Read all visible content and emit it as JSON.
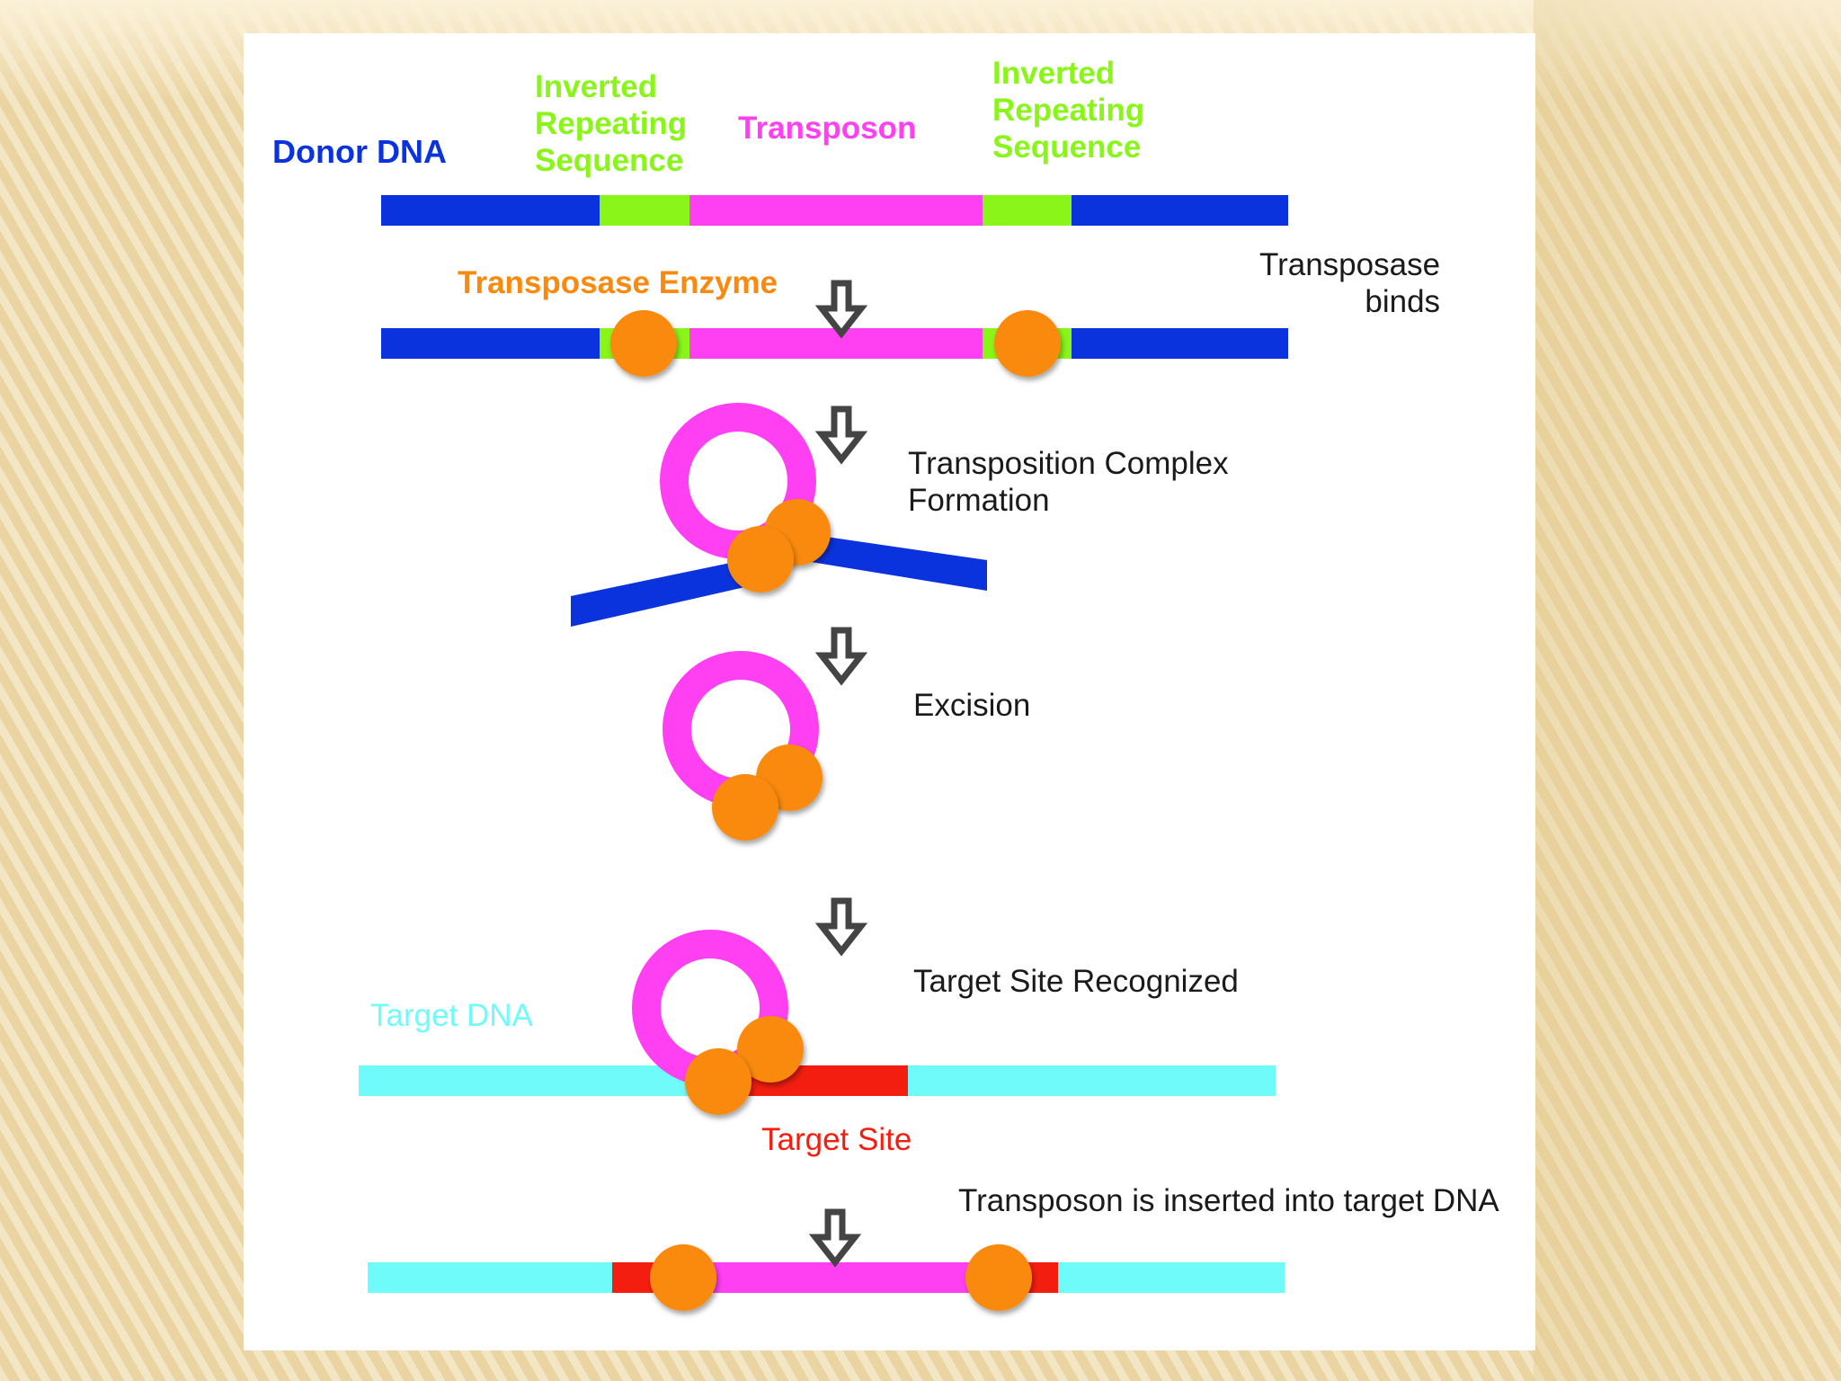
{
  "colors": {
    "donor_dna": "#0b33dd",
    "inverted_repeat": "#8af519",
    "transposon": "#ff3ff2",
    "transposase": "#f98a0e",
    "target_dna": "#70fbfb",
    "target_site": "#f41e10",
    "arrow": "#444444",
    "text": "#1a1a1a"
  },
  "icons": {
    "step_arrow": "down-arrow-icon"
  },
  "labels": {
    "donor_dna": "Donor DNA",
    "inverted_left": [
      "Inverted",
      "Repeating",
      "Sequence"
    ],
    "transposon": "Transposon",
    "inverted_right": [
      "Inverted",
      "Repeating",
      "Sequence"
    ],
    "transposase_enzyme": "Transposase Enzyme",
    "target_dna": "Target DNA",
    "target_site": "Target Site"
  },
  "steps": {
    "transposase_binds": [
      "Transposase",
      "binds"
    ],
    "complex_formation": [
      "Transposition Complex",
      "Formation"
    ],
    "excision": "Excision",
    "target_recognized": "Target Site Recognized",
    "inserted": "Transposon is inserted into target DNA"
  }
}
